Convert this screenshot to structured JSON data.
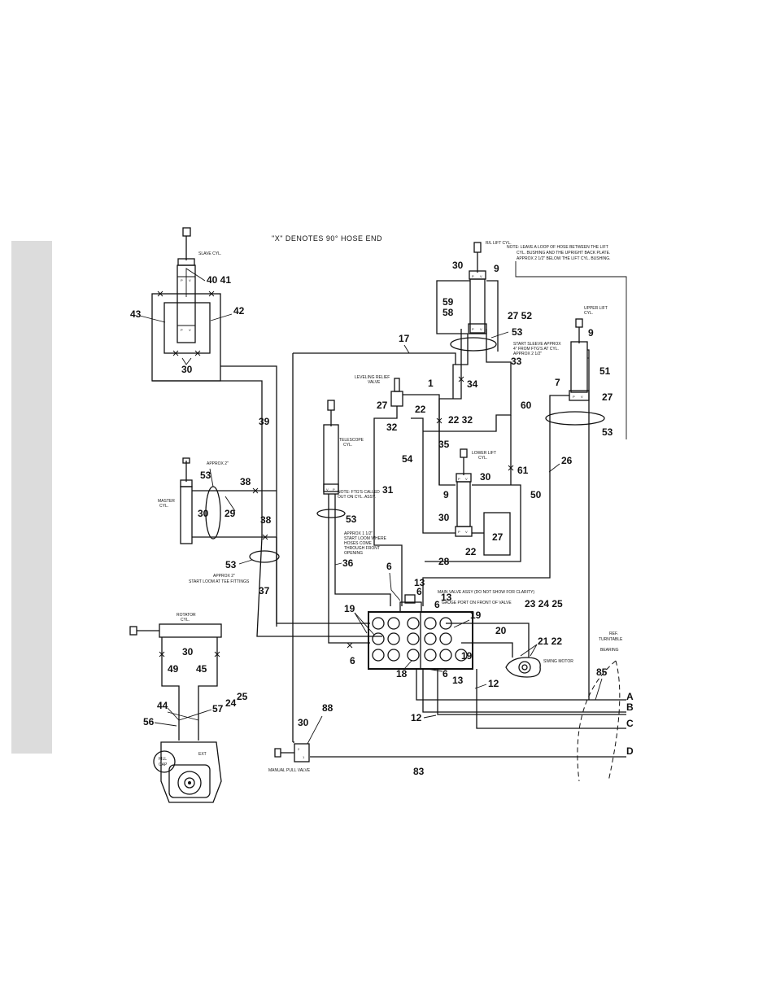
{
  "header_note": "\"X\" DENOTES 90° HOSE END",
  "note_top_right": [
    "NOTE: LEAVE A LOOP OF HOSE BETWEEN THE LIFT",
    "CYL. BUSHING AND THE UPRIGHT BACK PLATE.",
    "APPROX 2 1/2\" BELOW THE LIFT CYL. BUSHING."
  ],
  "components": {
    "slave_cyl": "SLAVE CYL.",
    "rsl_cyl": "R/L LIFT CYL.",
    "upper_lift_cyl": [
      "UPPER LIFT",
      "CYL."
    ],
    "lower_lift_cyl": [
      "LOWER LIFT",
      "CYL."
    ],
    "telescope_cyl": [
      "TELESCOPE",
      "CYL."
    ],
    "master_cyl": [
      "MASTER",
      "CYL."
    ],
    "rotator_cyl": [
      "ROTATOR",
      "CYL."
    ],
    "leveling_relief_valve": [
      "LEVELING RELIEF",
      "VALVE"
    ],
    "swing_motor": "SWING MOTOR",
    "manual_pull_valve": "MANUAL PULL VALVE",
    "turntable_bearing": [
      "REF.",
      "TURNTABLE",
      "BEARING"
    ],
    "main_valve": [
      "MAIN VALVE ASSY (DO NOT SHOW FOR CLARITY)",
      "GAUGE PORT ON FRONT OF VALVE"
    ],
    "fill_cap": [
      "FILL",
      "CAP"
    ],
    "reservoir_port": "EXT"
  },
  "notes": {
    "approx2_top": "APPROX 2\"",
    "approx2_bottom": [
      "APPROX 2\"",
      "START LOOM AT TEE FITTINGS"
    ],
    "start_sleeve": [
      "START SLEEVE APPROX",
      "4\" FROM FTG'S AT CYL.",
      "APPROX 2 1/2\""
    ],
    "telescope_note": [
      "NOTE: FTG'S CALLED",
      "OUT ON CYL. ASSY."
    ],
    "loom_note": [
      "APPROX 1 1/2\"",
      "START LOOM WHERE",
      "HOSES COME",
      "THROUGH FRONT",
      "OPENING"
    ]
  },
  "callouts": {
    "c40_41": "40 41",
    "c43": "43",
    "c42": "42",
    "c30_a": "30",
    "c39": "39",
    "c53_m": "53",
    "c38_a": "38",
    "c30_m": "30",
    "c29": "29",
    "c38_b": "38",
    "c53_b": "53",
    "c37": "37",
    "c30_r": "30",
    "c49": "49",
    "c45": "45",
    "c44": "44",
    "c57": "57",
    "c24": "24",
    "c25": "25",
    "c56": "56",
    "c17": "17",
    "c30_t": "30",
    "c9_t": "9",
    "c59": "59",
    "c58": "58",
    "c27_52": "27 52",
    "c53_t": "53",
    "c33": "33",
    "c34": "34",
    "c1": "1",
    "c27_l": "27",
    "c22_a": "22",
    "c32_a": "32",
    "c22_32": "22 32",
    "c60": "60",
    "c9_u": "9",
    "c51": "51",
    "c7": "7",
    "c27_u": "27",
    "c53_u": "53",
    "c26": "26",
    "c35": "35",
    "c54": "54",
    "c30_ll": "30",
    "c9_ll": "9",
    "c61": "61",
    "c50": "50",
    "c30_lb": "30",
    "c27_lb": "27",
    "c22_lb": "22",
    "c31": "31",
    "c53_tel": "53",
    "c36": "36",
    "c28": "28",
    "c6_a": "6",
    "c13_a": "13",
    "c13_b": "13",
    "c6_b": "6",
    "c23_24_25": "23 24 25",
    "c19_l": "19",
    "c19_r": "19",
    "c19_r2": "19",
    "c6_c": "6",
    "c20": "20",
    "c21_22": "21 22",
    "c18": "18",
    "c6_d": "6",
    "c13_c": "13",
    "c12_a": "12",
    "c12_b": "12",
    "c85": "85",
    "c30_mp": "30",
    "c88": "88",
    "c83": "83",
    "lbl_A": "A",
    "lbl_B": "B",
    "lbl_C": "C",
    "lbl_D": "D"
  }
}
